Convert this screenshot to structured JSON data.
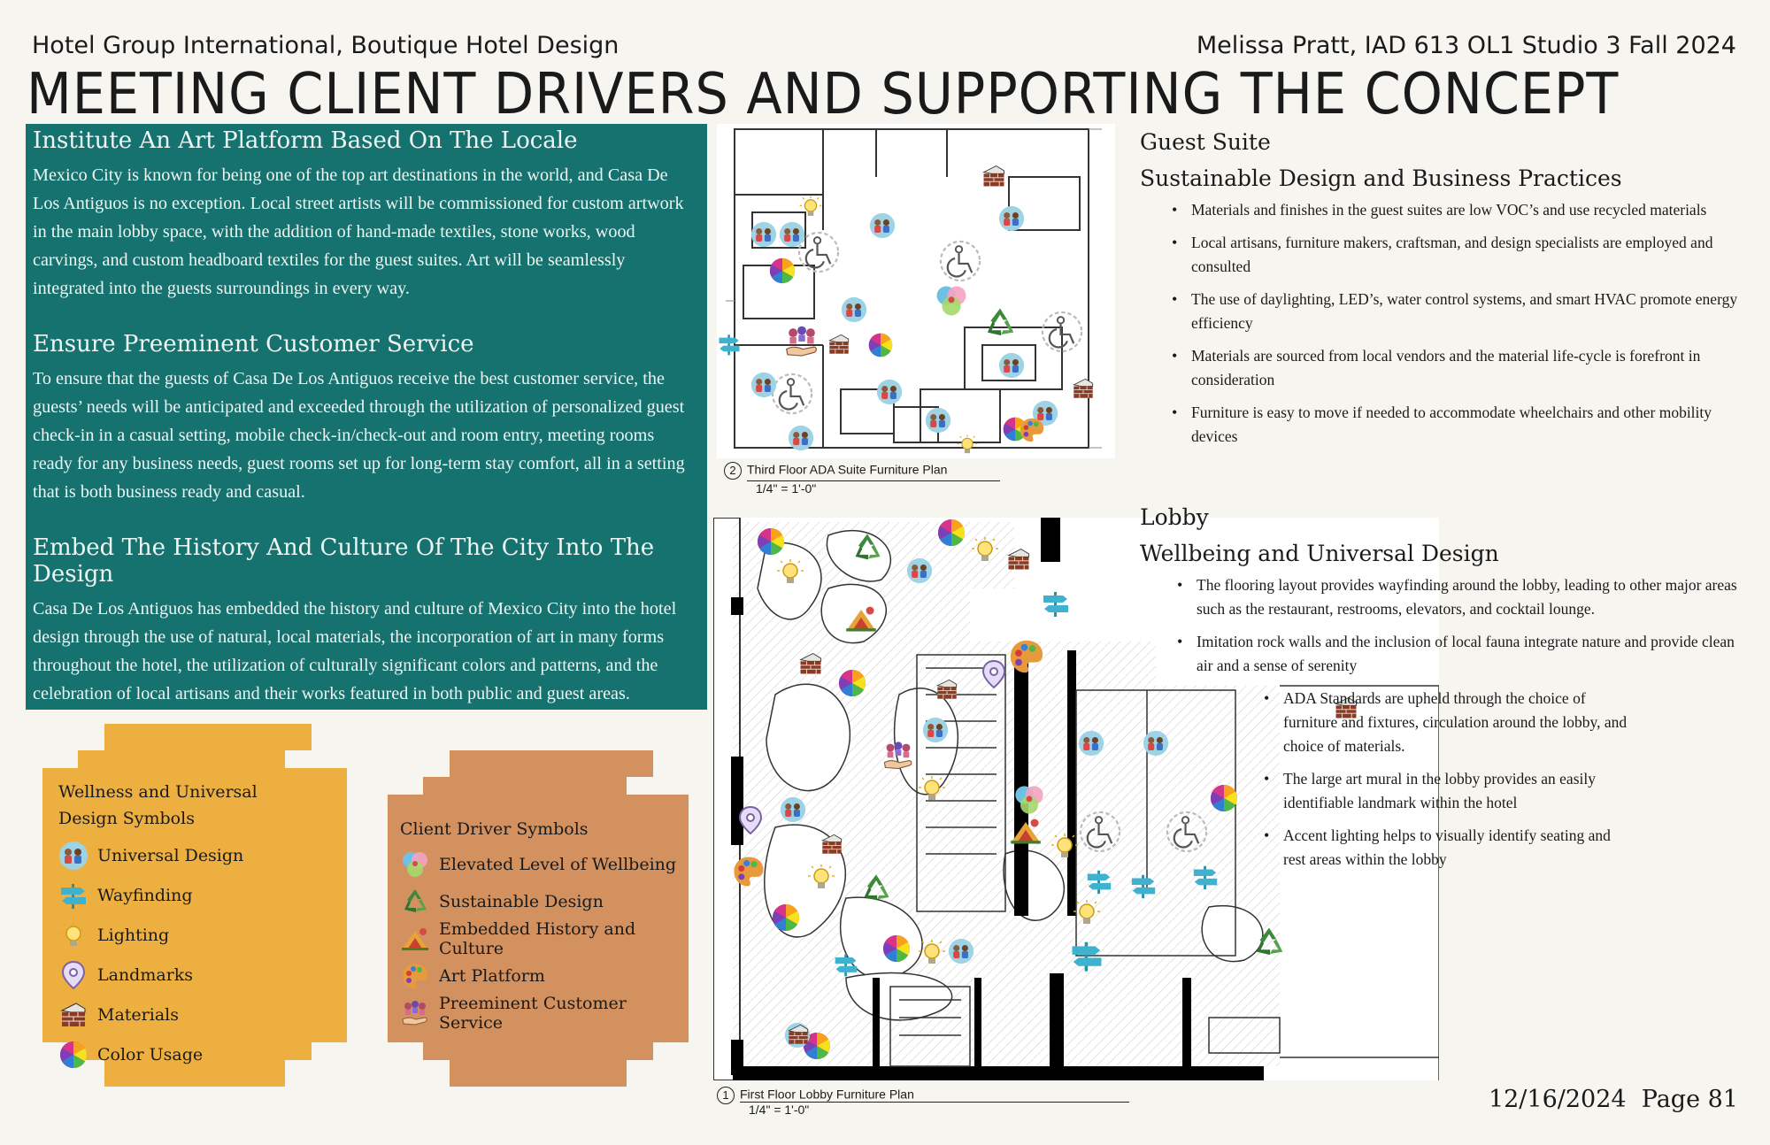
{
  "header": {
    "left": "Hotel Group International, Boutique Hotel Design",
    "right": "Melissa Pratt, IAD 613 OL1 Studio 3 Fall 2024",
    "title": "MEETING CLIENT DRIVERS AND SUPPORTING THE CONCEPT"
  },
  "drivers": [
    {
      "heading": "Institute An Art Platform Based On The Locale",
      "body": "Mexico City is known for being one of the top art destinations in the world, and Casa De Los Antiguos is no exception. Local street artists will be commissioned for custom artwork in the main lobby space, with the addition of hand-made textiles, stone works, wood carvings, and custom headboard textiles for the guest suites. Art will be seamlessly integrated into the guests surroundings in every way."
    },
    {
      "heading": "Ensure Preeminent Customer Service",
      "body": "To ensure that the guests of Casa De Los Antiguos receive the best customer service, the guests’ needs will be anticipated and exceeded through the utilization of personalized guest check-in in a casual setting, mobile check-in/check-out and room entry, meeting rooms ready for any business needs, guest rooms set up for long-term stay comfort, all in a setting that is both business ready and casual."
    },
    {
      "heading": "Embed The History And Culture Of The City Into The Design",
      "body": "Casa De Los Antiguos has embedded the history and culture of Mexico City into the hotel design through the use of natural, local materials, the incorporation of art in many forms throughout the hotel, the utilization of culturally significant colors and patterns, and the celebration of local artisans and their works featured in both public and guest areas."
    }
  ],
  "wellness_legend": {
    "title_line1": "Wellness and Universal",
    "title_line2": "Design Symbols",
    "items": [
      {
        "label": "Universal Design",
        "icon": "universal-design-icon"
      },
      {
        "label": "Wayfinding",
        "icon": "signpost-icon"
      },
      {
        "label": "Lighting",
        "icon": "light-bulb-icon"
      },
      {
        "label": "Landmarks",
        "icon": "map-pin-icon"
      },
      {
        "label": "Materials",
        "icon": "brick-wall-icon"
      },
      {
        "label": "Color Usage",
        "icon": "color-wheel-icon"
      }
    ],
    "color": "#edb040"
  },
  "client_legend": {
    "title": "Client Driver Symbols",
    "items": [
      {
        "label": "Elevated Level of Wellbeing",
        "icon": "wellbeing-icon"
      },
      {
        "label": "Sustainable Design",
        "icon": "recycle-icon"
      },
      {
        "label": "Embedded History and Culture",
        "icon": "history-culture-icon"
      },
      {
        "label": "Art Platform",
        "icon": "paint-palette-icon"
      },
      {
        "label": "Preeminent Customer Service",
        "icon": "customer-service-icon"
      }
    ],
    "color": "#d2915e"
  },
  "plans": {
    "third_floor": {
      "number": "2",
      "title": "Third Floor ADA Suite Furniture Plan",
      "scale": "1/4\" = 1'-0\""
    },
    "first_floor": {
      "number": "1",
      "title": "First Floor Lobby Furniture Plan",
      "scale": "1/4\" = 1'-0\""
    }
  },
  "guest_suite": {
    "heading": "Guest Suite",
    "subheading": "Sustainable Design and Business Practices",
    "bullets": [
      "Materials and finishes in the guest suites are low VOC’s and use recycled materials",
      "Local artisans, furniture makers, craftsman, and design specialists are employed and consulted",
      "The use of daylighting, LED’s, water control systems, and smart HVAC promote energy efficiency",
      "Materials are sourced from local vendors and the material life-cycle is forefront in consideration",
      "Furniture is easy to move if needed to accommodate wheelchairs and other mobility devices"
    ]
  },
  "lobby": {
    "heading": "Lobby",
    "subheading": "Wellbeing and Universal Design",
    "bullets_a": [
      "The flooring layout provides wayfinding around the lobby, leading to other major areas such as the restaurant, restrooms, elevators, and cocktail lounge.",
      "Imitation rock walls and the inclusion of local fauna integrate nature and provide clean air and a sense of serenity"
    ],
    "bullets_b": [
      "ADA Standards are upheld through the choice of furniture and fixtures, circulation around the lobby, and choice of materials.",
      "The large art mural in the lobby provides an easily identifiable landmark within the hotel",
      "Accent lighting helps to visually identify seating and rest areas within the lobby"
    ]
  },
  "footer": {
    "date": "12/16/2024",
    "page": "Page 81"
  }
}
